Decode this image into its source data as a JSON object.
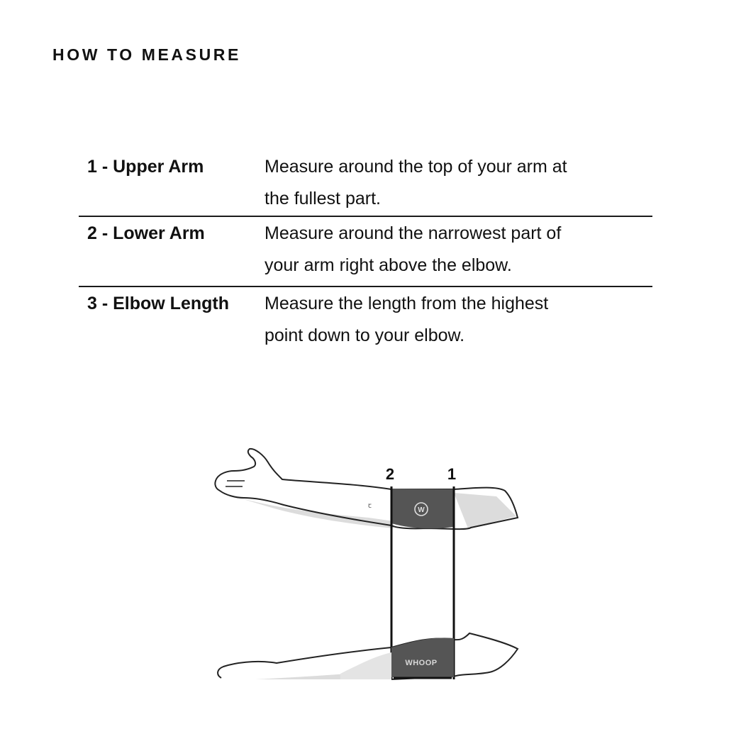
{
  "heading": "HOW TO MEASURE",
  "measurements": [
    {
      "term": "1 - Upper Arm",
      "description_line1": "Measure around the top of your arm at",
      "description_line2": "the fullest part."
    },
    {
      "term": "2 - Lower Arm",
      "description_line1": "Measure around the narrowest part of",
      "description_line2": "your arm right above the elbow."
    },
    {
      "term": "3 - Elbow Length",
      "description_line1": "Measure the length from the highest",
      "description_line2": "point down to your elbow."
    }
  ],
  "illustration": {
    "marker_1": "1",
    "marker_2": "2",
    "band_brand": "WHOOP",
    "band_color": "#555555",
    "skin_shade": "#dcdcdc"
  }
}
